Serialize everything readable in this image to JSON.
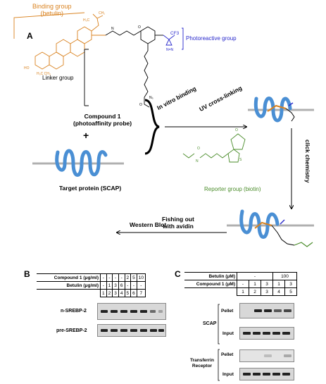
{
  "panelA": {
    "letter": "A",
    "binding_group": "Binding group\n(betulin)",
    "binding_group_l1": "Binding group",
    "binding_group_l2": "(betulin)",
    "photoreactive": "Photoreactive group",
    "cf3": "CF3",
    "linker": "Linker group",
    "compound_l1": "Compound 1",
    "compound_l2": "(photoaffinity probe)",
    "plus": "+",
    "target": "Target protein (SCAP)",
    "in_vitro": "In vitro binding",
    "uv": "UV cross-linking",
    "click": "click chemistry",
    "reporter": "Reporter group (biotin)",
    "fishing_l1": "Fishing out",
    "fishing_l2": "with avidin",
    "western": "Western Blot",
    "colors": {
      "orange": "#d9821f",
      "blue": "#2a2acc",
      "protein": "#4a8fd4",
      "green": "#4a8c2a"
    }
  },
  "panelB": {
    "letter": "B",
    "row1_label": "Compound 1 (μg/ml)",
    "row1_values": [
      "-",
      "-",
      "-",
      "-",
      "2",
      "5",
      "10"
    ],
    "row2_label": "Betulin (μg/ml)",
    "row2_values": [
      "-",
      "1",
      "3",
      "6",
      "-",
      "-",
      "-"
    ],
    "lanes": [
      "1",
      "2",
      "3",
      "4",
      "5",
      "6",
      "7"
    ],
    "blot1_label": "n-SREBP-2",
    "blot2_label": "pre-SREBP-2"
  },
  "panelC": {
    "letter": "C",
    "row1_label": "Betulin (μM)",
    "row1_values": [
      "-",
      "100"
    ],
    "row2_label": "Compound 1 (μM)",
    "row2_values": [
      "-",
      "1",
      "3",
      "1",
      "3"
    ],
    "lanes": [
      "1",
      "2",
      "3",
      "4",
      "5"
    ],
    "scap": "SCAP",
    "pellet": "Pellet",
    "input": "Input",
    "transferrin_l1": "Transferrin",
    "transferrin_l2": "Receptor",
    "pellet2": "Pellet",
    "input2": "Input"
  }
}
